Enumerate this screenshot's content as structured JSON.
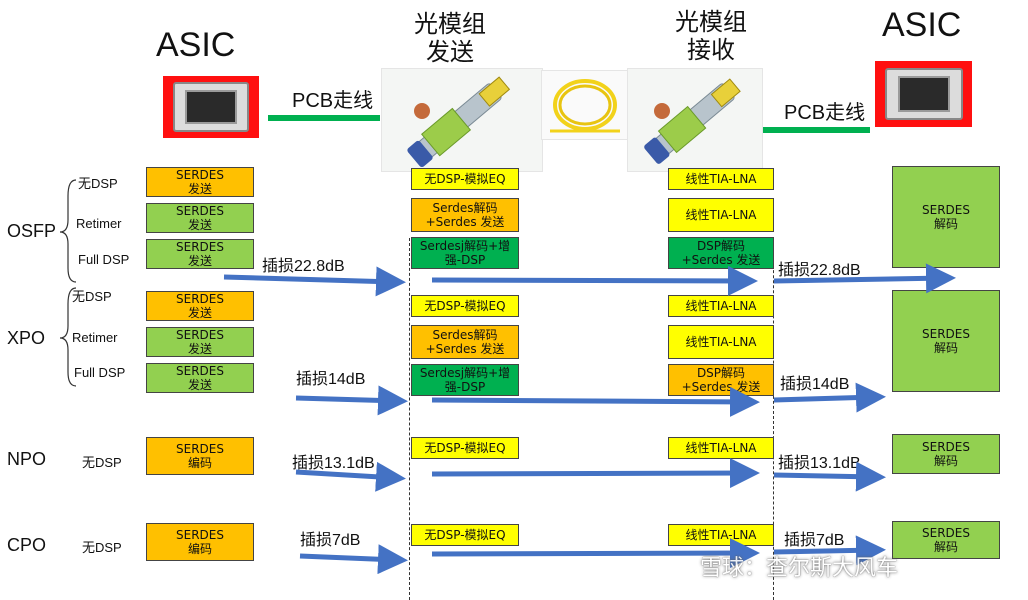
{
  "header": {
    "asic_left": "ASIC",
    "asic_right": "ASIC",
    "tx_title": "光模组\n发送",
    "rx_title": "光模组\n接收",
    "pcb_left": "PCB走线",
    "pcb_right": "PCB走线"
  },
  "rows": {
    "osfp": {
      "label": "OSFP",
      "sub": [
        "无DSP",
        "Retimer",
        "Full DSP"
      ]
    },
    "xpo": {
      "label": "XPO",
      "sub": [
        "无DSP",
        "Retimer",
        "Full DSP"
      ]
    },
    "npo": {
      "label": "NPO",
      "sub": [
        "无DSP"
      ]
    },
    "cpo": {
      "label": "CPO",
      "sub": [
        "无DSP"
      ]
    }
  },
  "boxes": {
    "serdes_tx": "SERDES\n发送",
    "serdes_enc": "SERDES\n编码",
    "serdes_dec": "SERDES\n解码",
    "tx_analog_eq": "无DSP-模拟EQ",
    "tx_serdes_dec": "Serdes解码\n+Serdes 发送",
    "tx_enhanced_dsp": "Serdesj解码+增\n强-DSP",
    "rx_tia": "线性TIA-LNA",
    "rx_dsp": "DSP解码\n+Serdes 发送"
  },
  "loss": {
    "osfp": "插损22.8dB",
    "xpo": "插损14dB",
    "npo": "插损13.1dB",
    "cpo": "插损7dB"
  },
  "watermark": "雪球：查尔斯大风车",
  "colors": {
    "green": "#92d050",
    "orange": "#ffc000",
    "yellow": "#ffff00",
    "dark_green": "#00b050",
    "arrow_blue": "#4472c4",
    "pcb_trace": "#00b050",
    "asic_red": "#ff1010"
  }
}
